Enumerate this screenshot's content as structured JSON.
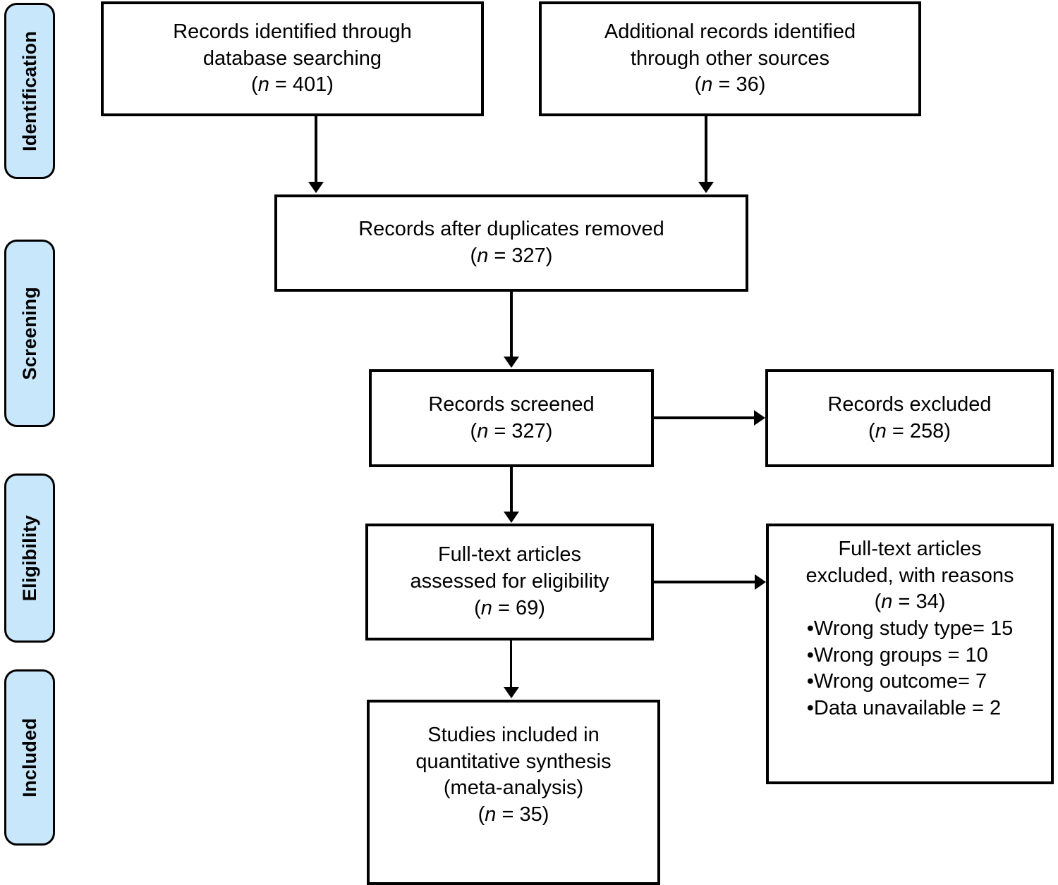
{
  "diagram": {
    "type": "PRISMA flow diagram",
    "stages": [
      {
        "id": "identification",
        "label": "Identification"
      },
      {
        "id": "screening",
        "label": "Screening"
      },
      {
        "id": "eligibility",
        "label": "Eligibility"
      },
      {
        "id": "included",
        "label": "Included"
      }
    ],
    "boxes": {
      "database_search": {
        "title": "Records identified through\ndatabase searching",
        "n_prefix": "(",
        "n_var": "n",
        "n_value": " = 401)"
      },
      "other_sources": {
        "title": "Additional records identified\nthrough other sources",
        "n_prefix": "(",
        "n_var": "n",
        "n_value": " = 36)"
      },
      "duplicates_removed": {
        "title": "Records after duplicates removed",
        "n_prefix": "(",
        "n_var": "n",
        "n_value": " = 327)"
      },
      "records_screened": {
        "title": "Records screened",
        "n_prefix": "(",
        "n_var": "n",
        "n_value": " = 327)"
      },
      "records_excluded": {
        "title": "Records excluded",
        "n_prefix": "(",
        "n_var": "n",
        "n_value": " = 258)"
      },
      "fulltext_assessed": {
        "title": "Full-text articles\nassessed for eligibility",
        "n_prefix": "(",
        "n_var": "n",
        "n_value": " = 69)"
      },
      "fulltext_excluded": {
        "title": "Full-text articles\nexcluded, with reasons",
        "n_prefix": "(",
        "n_var": "n",
        "n_value": " = 34)",
        "reasons": "•Wrong study type= 15\n•Wrong groups = 10\n•Wrong outcome= 7\n•Data unavailable = 2"
      },
      "studies_included": {
        "title": "Studies included in\nquantitative synthesis\n(meta-analysis)",
        "n_prefix": "(",
        "n_var": "n",
        "n_value": " = 35)"
      }
    },
    "colors": {
      "stage_fill": "#c9e7fb",
      "stroke": "#000000",
      "box_fill": "#ffffff"
    }
  },
  "chart_data": {
    "type": "diagram",
    "title": "PRISMA flow diagram",
    "nodes": [
      {
        "id": "database_search",
        "label": "Records identified through database searching",
        "n": 401,
        "stage": "Identification"
      },
      {
        "id": "other_sources",
        "label": "Additional records identified through other sources",
        "n": 36,
        "stage": "Identification"
      },
      {
        "id": "duplicates_removed",
        "label": "Records after duplicates removed",
        "n": 327,
        "stage": "Screening"
      },
      {
        "id": "records_screened",
        "label": "Records screened",
        "n": 327,
        "stage": "Screening"
      },
      {
        "id": "records_excluded",
        "label": "Records excluded",
        "n": 258,
        "stage": "Screening"
      },
      {
        "id": "fulltext_assessed",
        "label": "Full-text articles assessed for eligibility",
        "n": 69,
        "stage": "Eligibility"
      },
      {
        "id": "fulltext_excluded",
        "label": "Full-text articles excluded, with reasons",
        "n": 34,
        "stage": "Eligibility",
        "reasons": [
          {
            "label": "Wrong study type",
            "n": 15
          },
          {
            "label": "Wrong groups",
            "n": 10
          },
          {
            "label": "Wrong outcome",
            "n": 7
          },
          {
            "label": "Data unavailable",
            "n": 2
          }
        ]
      },
      {
        "id": "studies_included",
        "label": "Studies included in quantitative synthesis (meta-analysis)",
        "n": 35,
        "stage": "Included"
      }
    ],
    "edges": [
      {
        "from": "database_search",
        "to": "duplicates_removed"
      },
      {
        "from": "other_sources",
        "to": "duplicates_removed"
      },
      {
        "from": "duplicates_removed",
        "to": "records_screened"
      },
      {
        "from": "records_screened",
        "to": "records_excluded"
      },
      {
        "from": "records_screened",
        "to": "fulltext_assessed"
      },
      {
        "from": "fulltext_assessed",
        "to": "fulltext_excluded"
      },
      {
        "from": "fulltext_assessed",
        "to": "studies_included"
      }
    ]
  }
}
